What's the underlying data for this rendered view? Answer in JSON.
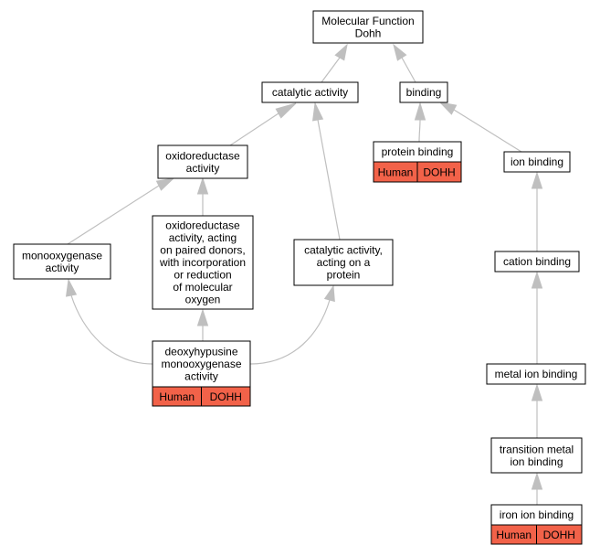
{
  "colors": {
    "edge": "#bfbfbf",
    "node_border": "#000000",
    "node_fill": "#ffffff",
    "annotation_fill": "#f26249"
  },
  "nodes": {
    "molecular_function": {
      "lines": [
        "Molecular Function",
        "Dohh"
      ]
    },
    "catalytic_activity": {
      "lines": [
        "catalytic activity"
      ]
    },
    "binding": {
      "lines": [
        "binding"
      ]
    },
    "oxidoreductase_activity": {
      "lines": [
        "oxidoreductase",
        "activity"
      ]
    },
    "protein_binding": {
      "lines": [
        "protein binding"
      ],
      "annotation": [
        "Human",
        "DOHH"
      ]
    },
    "ion_binding": {
      "lines": [
        "ion binding"
      ]
    },
    "oxidoreductase_paired_donors": {
      "lines": [
        "oxidoreductase",
        "activity, acting",
        "on paired donors,",
        "with incorporation",
        "or reduction",
        "of molecular",
        "oxygen"
      ]
    },
    "monooxygenase_activity": {
      "lines": [
        "monooxygenase",
        "activity"
      ]
    },
    "catalytic_activity_protein": {
      "lines": [
        "catalytic activity,",
        "acting on a",
        "protein"
      ]
    },
    "cation_binding": {
      "lines": [
        "cation binding"
      ]
    },
    "deoxyhypusine_monooxygenase": {
      "lines": [
        "deoxyhypusine",
        "monooxygenase",
        "activity"
      ],
      "annotation": [
        "Human",
        "DOHH"
      ]
    },
    "metal_ion_binding": {
      "lines": [
        "metal ion binding"
      ]
    },
    "transition_metal_ion_binding": {
      "lines": [
        "transition metal",
        "ion binding"
      ]
    },
    "iron_ion_binding": {
      "lines": [
        "iron ion binding"
      ],
      "annotation": [
        "Human",
        "DOHH"
      ]
    }
  },
  "edges": [
    {
      "from": "catalytic_activity",
      "to": "molecular_function"
    },
    {
      "from": "binding",
      "to": "molecular_function"
    },
    {
      "from": "oxidoreductase_activity",
      "to": "catalytic_activity"
    },
    {
      "from": "catalytic_activity_protein",
      "to": "catalytic_activity"
    },
    {
      "from": "protein_binding",
      "to": "binding"
    },
    {
      "from": "ion_binding",
      "to": "binding"
    },
    {
      "from": "monooxygenase_activity",
      "to": "oxidoreductase_activity"
    },
    {
      "from": "oxidoreductase_paired_donors",
      "to": "oxidoreductase_activity"
    },
    {
      "from": "deoxyhypusine_monooxygenase",
      "to": "monooxygenase_activity"
    },
    {
      "from": "deoxyhypusine_monooxygenase",
      "to": "oxidoreductase_paired_donors"
    },
    {
      "from": "deoxyhypusine_monooxygenase",
      "to": "catalytic_activity_protein"
    },
    {
      "from": "cation_binding",
      "to": "ion_binding"
    },
    {
      "from": "metal_ion_binding",
      "to": "cation_binding"
    },
    {
      "from": "transition_metal_ion_binding",
      "to": "metal_ion_binding"
    },
    {
      "from": "iron_ion_binding",
      "to": "transition_metal_ion_binding"
    }
  ]
}
